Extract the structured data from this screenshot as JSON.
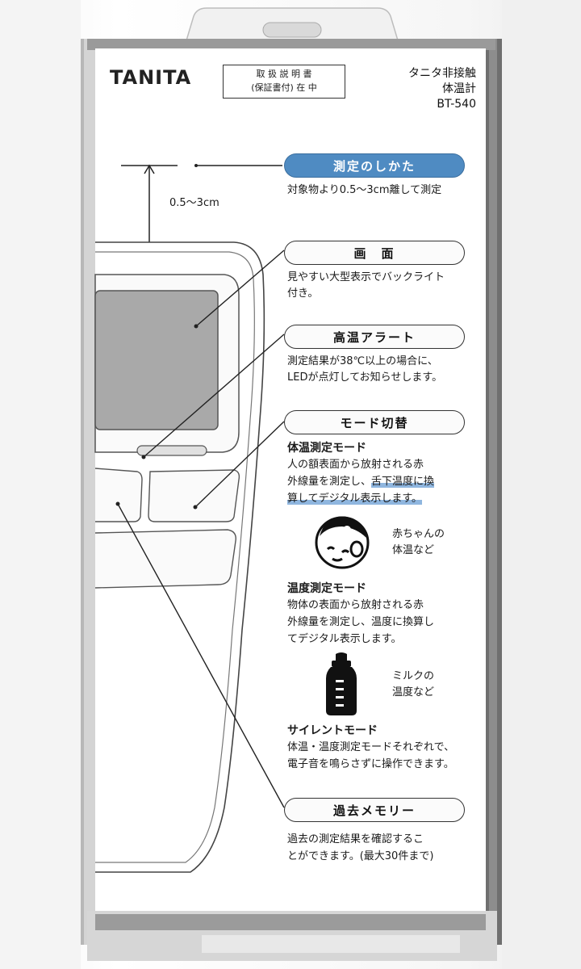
{
  "brand": "TANITA",
  "manual_box": {
    "line1": "取 扱 説 明 書",
    "line2": "(保証書付) 在 中"
  },
  "product": {
    "line1": "タニタ非接触",
    "line2": "体温計",
    "model": "BT-540"
  },
  "distance_label": "0.5～3cm",
  "sections": {
    "measure": {
      "title": "測定のしかた",
      "text": "対象物より0.5～3cm離して測定"
    },
    "screen": {
      "title": "画　面",
      "line1": "見やすい大型表示でバックライト",
      "line2": "付き。"
    },
    "alert": {
      "title": "高温アラート",
      "line1": "測定結果が38℃以上の場合に、",
      "line2": "LEDが点灯してお知らせします。"
    },
    "mode": {
      "title": "モード切替",
      "body_mode": {
        "title": "体温測定モード",
        "line1": "人の額表面から放射される赤",
        "line2_a": "外線量を測定し、",
        "line2_b": "舌下温度に換",
        "line3_a": "算してデジタル表示します。",
        "icon_caption_1": "赤ちゃんの",
        "icon_caption_2": "体温など"
      },
      "temp_mode": {
        "title": "温度測定モード",
        "line1": "物体の表面から放射される赤",
        "line2": "外線量を測定し、温度に換算し",
        "line3": "てデジタル表示します。",
        "icon_caption_1": "ミルクの",
        "icon_caption_2": "温度など"
      },
      "silent_mode": {
        "title": "サイレントモード",
        "line1": "体温・温度測定モードそれぞれで、",
        "line2": "電子音を鳴らさずに操作できます。"
      }
    },
    "memory": {
      "title": "過去メモリー",
      "line1": "過去の測定結果を確認するこ",
      "line2": "とができます。(最大30件まで)"
    }
  },
  "colors": {
    "accent_pill": "#4f8bc2",
    "highlight": "#8fb6df",
    "frame": "#5a5a5a"
  }
}
